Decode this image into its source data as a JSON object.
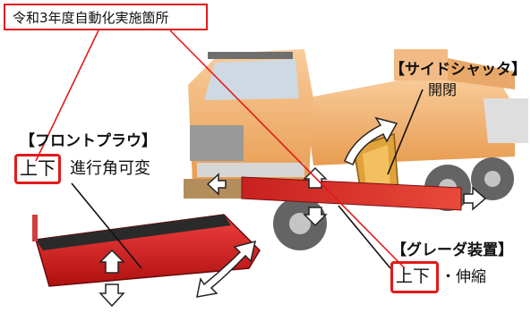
{
  "title_box": {
    "text": "令和3年度自動化実施箇所"
  },
  "labels": {
    "side_shutter": {
      "heading": "【サイドシャッタ】",
      "function": "開閉"
    },
    "front_plow": {
      "heading": "【フロントプラウ】",
      "highlighted": "上下",
      "rest": "進行角可変"
    },
    "grader": {
      "heading": "【グレーダ装置】",
      "highlighted": "上下",
      "rest": "・伸縮"
    }
  },
  "colors": {
    "highlight_red": "#e21a1a",
    "truck_orange": "#f3a24a",
    "blade_red": "#d62020",
    "arrow_fill": "#ffffff"
  }
}
